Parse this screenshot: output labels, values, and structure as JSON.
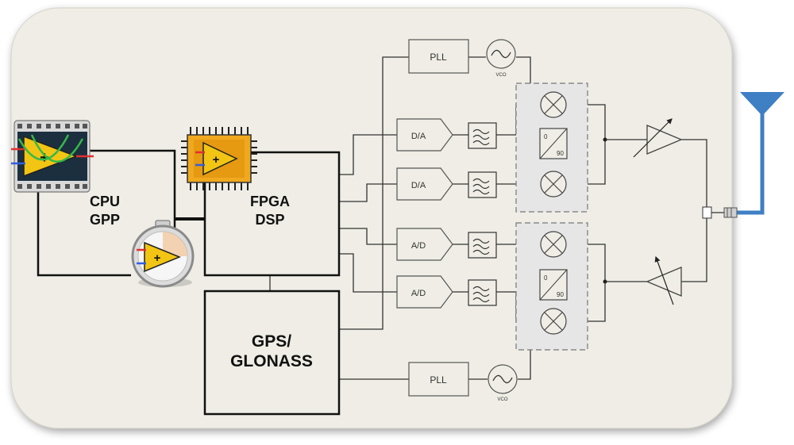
{
  "blocks": {
    "cpu": {
      "line1": "CPU",
      "line2": "GPP"
    },
    "fpga": {
      "line1": "FPGA",
      "line2": "DSP"
    },
    "gps": {
      "line1": "GPS/",
      "line2": "GLONASS"
    }
  },
  "pll_top": "PLL",
  "pll_bottom": "PLL",
  "vco_top": "VCO",
  "vco_bottom": "VCO",
  "converters": {
    "da1": "D/A",
    "da2": "D/A",
    "ad1": "A/D",
    "ad2": "A/D"
  },
  "quadrature": {
    "top": {
      "zero": "0",
      "ninety": "90"
    },
    "bottom": {
      "zero": "0",
      "ninety": "90"
    }
  },
  "colors": {
    "panel": "#efede5",
    "labview_yellow": "#f2c514",
    "chip_orange": "#f0a81e",
    "antenna_blue": "#3f7fc4",
    "dashed_box": "#e6e6e6"
  },
  "icons": [
    "labview-film-icon",
    "labview-stopwatch-icon",
    "labview-chip-icon",
    "antenna-icon"
  ]
}
